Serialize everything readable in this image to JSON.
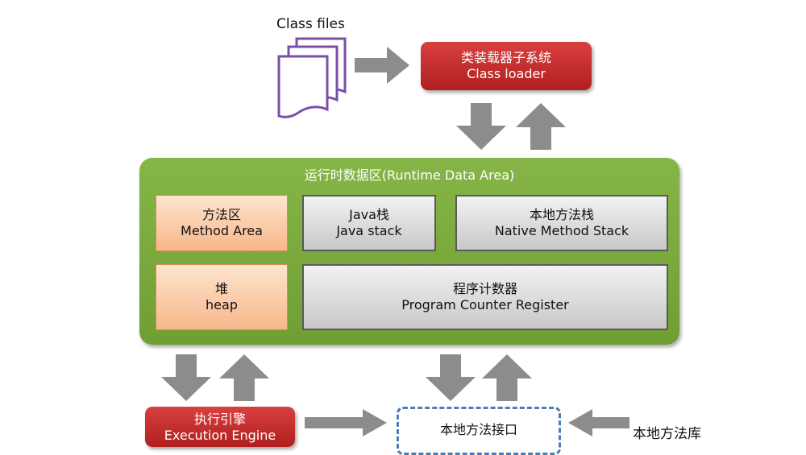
{
  "class_files": {
    "label": "Class files"
  },
  "class_loader": {
    "line1": "类装载器子系统",
    "line2": "Class loader"
  },
  "runtime_area": {
    "title": "运行时数据区(Runtime Data Area)",
    "method_area": {
      "line1": "方法区",
      "line2": "Method Area"
    },
    "heap": {
      "line1": "堆",
      "line2": "heap"
    },
    "java_stack": {
      "line1": "Java栈",
      "line2": "Java stack"
    },
    "native_method_stack": {
      "line1": "本地方法栈",
      "line2": "Native Method Stack"
    },
    "pc_register": {
      "line1": "程序计数器",
      "line2": "Program Counter Register"
    }
  },
  "execution_engine": {
    "line1": "执行引擎",
    "line2": "Execution Engine"
  },
  "native_interface": {
    "line1": "本地方法接口"
  },
  "native_library": {
    "label": "本地方法库"
  },
  "colors": {
    "red_box": "#c42a2a",
    "green_area": "#7aa93c",
    "orange_box": "#f9c79d",
    "gray_box": "#d9d9d9",
    "arrow": "#8c8c8c",
    "document_outline": "#7b4fa8",
    "dashed_border": "#4a7db3"
  }
}
